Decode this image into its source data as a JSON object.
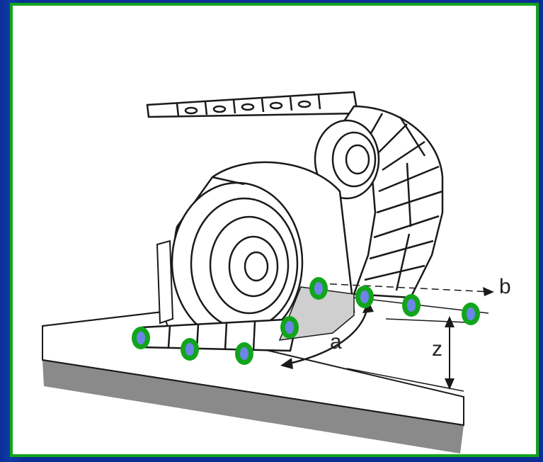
{
  "colors": {
    "background": "#0b2f96",
    "frame_border": "#12a51c",
    "frame_fill": "#ffffff",
    "marker_ring": "#12a51c",
    "marker_fill": "#6b86e8",
    "shadow": "#8a8a8a",
    "highlight_region": "#cfcfcf",
    "line": "#1a1a1a"
  },
  "labels": {
    "a": "a",
    "b": "b",
    "z": "z"
  },
  "markers": {
    "icon": "green-ring-dot",
    "count": 8
  }
}
